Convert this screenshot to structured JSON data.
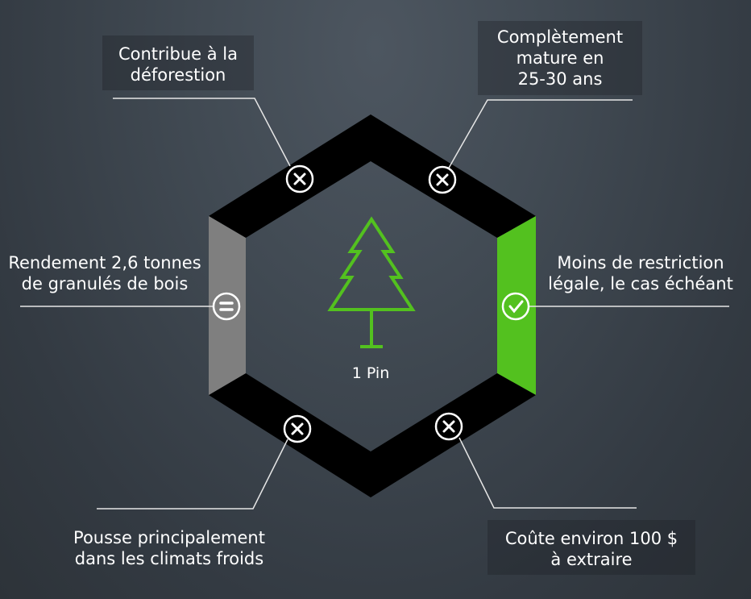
{
  "colors": {
    "background": "#3b434b",
    "segment_negative": "#000000",
    "segment_neutral": "#7f7f7f",
    "segment_positive": "#53c11f",
    "tree": "#53c11f",
    "text": "#ffffff"
  },
  "center": {
    "icon": "pine-tree-icon",
    "label": "1 Pin"
  },
  "items": [
    {
      "id": "top-left",
      "status": "negative",
      "icon": "x-circle-icon",
      "lines": [
        "Contribue à la",
        "déforestion"
      ]
    },
    {
      "id": "top-right",
      "status": "negative",
      "icon": "x-circle-icon",
      "lines": [
        "Complètement",
        "mature en",
        "25-30 ans"
      ]
    },
    {
      "id": "right",
      "status": "positive",
      "icon": "check-circle-icon",
      "lines": [
        "Moins de restriction",
        "légale, le cas échéant"
      ]
    },
    {
      "id": "bottom-right",
      "status": "negative",
      "icon": "x-circle-icon",
      "lines": [
        "Coûte environ 100 $",
        "à extraire"
      ]
    },
    {
      "id": "bottom-left",
      "status": "negative",
      "icon": "x-circle-icon",
      "lines": [
        "Pousse principalement",
        "dans les climats froids"
      ]
    },
    {
      "id": "left",
      "status": "neutral",
      "icon": "equals-circle-icon",
      "lines": [
        "Rendement 2,6 tonnes",
        "de granulés de bois"
      ]
    }
  ]
}
